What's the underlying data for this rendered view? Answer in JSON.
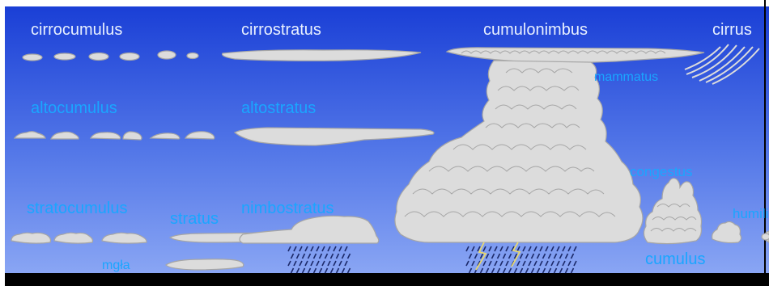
{
  "labels": {
    "cirrocumulus": "cirrocumulus",
    "cirrostratus": "cirrostratus",
    "cumulonimbus": "cumulonimbus",
    "cirrus": "cirrus",
    "mammatus": "mammatus",
    "altocumulus": "altocumulus",
    "altostratus": "altostratus",
    "congestus": "congestus",
    "stratocumulus": "stratocumulus",
    "stratus": "stratus",
    "nimbostratus": "nimbostratus",
    "humilis": "humilis",
    "mgla": "mgła",
    "cumulus": "cumulus"
  },
  "colors": {
    "sky_top": "#1a3fd6",
    "sky_bottom": "#8aa6f4",
    "cloud_fill": "#dcdcdc",
    "cloud_stroke": "#a6a6a6",
    "label_light": "#e8f0ff",
    "label_blue": "#1aa6ff",
    "rain": "#1c2a6a",
    "lightning": "#e8d870",
    "ground": "#000000"
  }
}
